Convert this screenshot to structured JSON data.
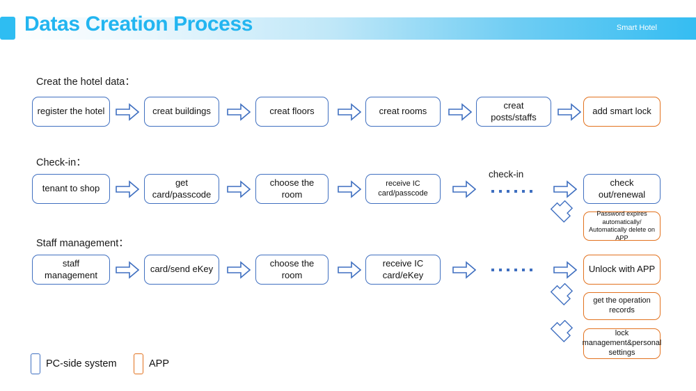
{
  "header": {
    "title": "Datas Creation Process",
    "brand": "Smart Hotel",
    "accent_color": "#2ebdf2",
    "title_color": "#22b5f0"
  },
  "colors": {
    "pc_border": "#3f6fc0",
    "app_border": "#e2711d",
    "arrow": "#3f6fc0",
    "dot": "#3f6fc0"
  },
  "sections": [
    {
      "caption": "Creat the hotel data："
    },
    {
      "caption": "Check-in："
    },
    {
      "caption": "Staff management："
    }
  ],
  "row1": {
    "boxes": [
      {
        "label": "register the hotel",
        "kind": "pc"
      },
      {
        "label": "creat buildings",
        "kind": "pc"
      },
      {
        "label": "creat floors",
        "kind": "pc"
      },
      {
        "label": "creat rooms",
        "kind": "pc"
      },
      {
        "label": "creat posts/staffs",
        "kind": "pc"
      },
      {
        "label": "add smart lock",
        "kind": "app"
      }
    ]
  },
  "row2": {
    "boxes": [
      {
        "label": "tenant to shop",
        "kind": "pc"
      },
      {
        "label": "get card/passcode",
        "kind": "pc"
      },
      {
        "label": "choose the room",
        "kind": "pc"
      },
      {
        "label": "receive IC card/passcode",
        "kind": "pc"
      }
    ],
    "gap_label": "check-in",
    "gap_dots": 6,
    "outcomes": [
      {
        "label": "check out/renewal",
        "kind": "pc"
      },
      {
        "label": "Password expires automatically/ Automatically delete on APP",
        "kind": "app"
      }
    ]
  },
  "row3": {
    "boxes": [
      {
        "label": "staff management",
        "kind": "pc"
      },
      {
        "label": "card/send eKey",
        "kind": "pc"
      },
      {
        "label": "choose the room",
        "kind": "pc"
      },
      {
        "label": "receive IC card/eKey",
        "kind": "pc"
      }
    ],
    "gap_label": "",
    "gap_dots": 6,
    "outcomes": [
      {
        "label": "Unlock with APP",
        "kind": "app"
      },
      {
        "label": "get the operation records",
        "kind": "app"
      },
      {
        "label": "lock management&personal settings",
        "kind": "app"
      }
    ]
  },
  "legend": [
    {
      "label": "PC-side system",
      "kind": "pc"
    },
    {
      "label": "APP",
      "kind": "app"
    }
  ]
}
